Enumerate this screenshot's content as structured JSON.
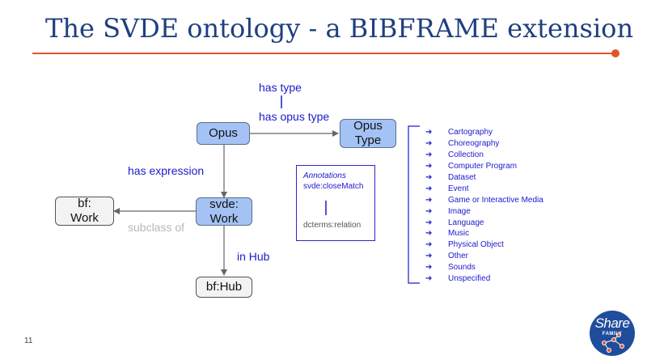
{
  "slide": {
    "title": "The SVDE ontology - a BIBFRAME extension",
    "number": "11"
  },
  "nodes": {
    "opus": "Opus",
    "opus_type": "Opus\nType",
    "bf_work": "bf:\nWork",
    "svde_work": "svde:\nWork",
    "bf_hub": "bf:Hub"
  },
  "edges": {
    "has_type": "has type",
    "has_opus_type": "has opus type",
    "has_expression": "has expression",
    "subclass_of": "subclass of",
    "in_hub": "in Hub"
  },
  "annotations": {
    "title": "Annotations",
    "close_match": "svde:closeMatch",
    "relation": "dcterms:relation"
  },
  "opus_types": [
    "Cartography",
    "Choreography",
    "Collection",
    "Computer Program",
    "Dataset",
    "Event",
    "Game or Interactive Media",
    "Image",
    "Language",
    "Music",
    "Physical Object",
    "Other",
    "Sounds",
    "Unspecified"
  ],
  "logo": {
    "share": "Share",
    "family": "FAMILY"
  },
  "colors": {
    "title": "#1f3f7f",
    "accent_rule": "#e0562c",
    "node_blue": "#a4c2f4",
    "node_grey": "#f3f3f3",
    "label_blue": "#1a1acc",
    "label_grey": "#b7b7b7",
    "logo": "#1f4d9c"
  }
}
